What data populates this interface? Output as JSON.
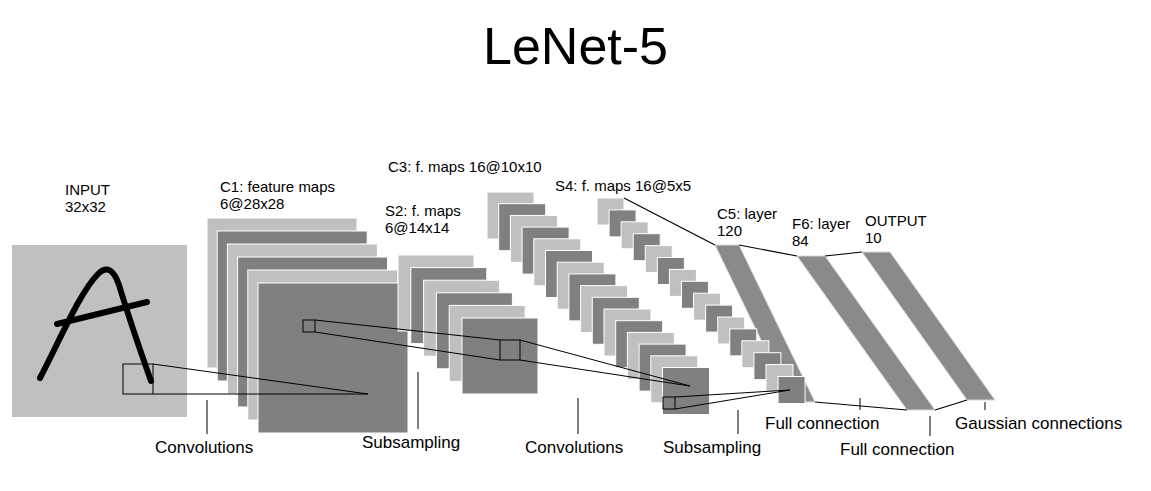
{
  "diagram": {
    "title": "LeNet-5",
    "nodes": [
      {
        "text": [
          "INPUT 32x32"
        ]
      },
      {
        "text": [
          "C1: feature maps 6@28x28"
        ]
      },
      {
        "text": [
          "S2: f. maps 6@14x14"
        ]
      },
      {
        "text": [
          "C3: f. maps 16@10x10"
        ]
      },
      {
        "text": [
          "S4: f. maps 16@5x5"
        ]
      },
      {
        "text": [
          "C5: layer 120"
        ]
      },
      {
        "text": [
          "F6: layer 84"
        ]
      },
      {
        "text": [
          "OUTPUT 10"
        ]
      }
    ],
    "edges": [
      {
        "from": 4,
        "to": 5,
        "arrow": "none"
      },
      {
        "from": 5,
        "to": 6,
        "arrow": "none"
      },
      {
        "from": 6,
        "to": 7,
        "arrow": "none"
      }
    ],
    "labels": [
      "Convolutions",
      "Subsampling",
      "Convolutions",
      "Subsampling",
      "Full connection",
      "Full connection",
      "Gaussian connections"
    ]
  }
}
